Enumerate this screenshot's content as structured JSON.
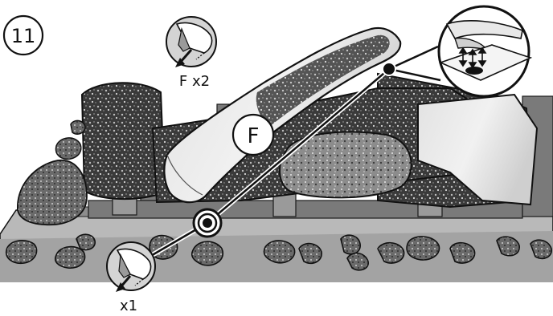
{
  "step": {
    "number": "11"
  },
  "callouts": {
    "main_log_label": "F",
    "top_quantity": "F x2",
    "bottom_quantity": "x1"
  },
  "icons": {
    "step_marker": "circled-number-icon",
    "glove_hand_top": "glove-hand-place-icon",
    "glove_hand_bottom": "glove-hand-place-icon",
    "detail_magnifier": "peel-adhesive-detail-icon",
    "placement_target": "placement-target-icon"
  },
  "colors": {
    "ink": "#111111",
    "paper": "#ffffff",
    "log_dark": "#2a2a2a",
    "log_mid": "#6e6e6e",
    "log_light": "#d6d6d6",
    "bed": "#9a9a9a",
    "bed_light": "#c8c8c8"
  }
}
